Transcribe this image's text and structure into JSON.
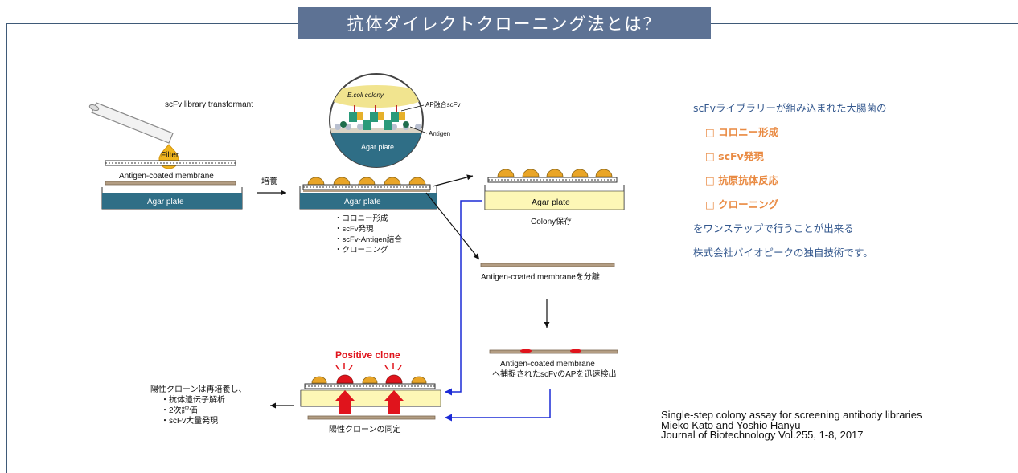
{
  "title": "抗体ダイレクトクローニング法とは？",
  "diagram": {
    "tube_label": "scFv library transformant",
    "filter_label": "Filter",
    "membrane_label_1": "Antigen-coated membrane",
    "agar_label": "Agar plate",
    "culture_label": "培養",
    "zoom": {
      "ecoli": "E.coli colony",
      "ap_scfv": "AP融合scFv",
      "antigen": "Antigen",
      "agar": "Agar plate"
    },
    "steps": [
      "・コロニー形成",
      "・scFv発現",
      "・scFv-Antigen結合",
      "・クローニング"
    ],
    "colony_storage": "Colony保存",
    "separate_label": "Antigen-coated membraneを分離",
    "detect_label_1": "Antigen-coated membrane",
    "detect_label_2": "へ捕捉されたscFvのAPを迅速検出",
    "positive_clone": "Positive clone",
    "identify_label": "陽性クローンの同定",
    "reculture_title": "陽性クローンは再培養し、",
    "reculture_items": [
      "・抗体遺伝子解析",
      "・2次評価",
      "・scFv大量発現"
    ]
  },
  "description": {
    "intro": "scFvライブラリーが組み込まれた大腸菌の",
    "items": [
      "□ コロニー形成",
      "□ scFv発現",
      "□ 抗原抗体反応",
      "□ クローニング"
    ],
    "outro_1": "をワンステップで行うことが出来る",
    "outro_2": "株式会社バイオピークの独自技術です。"
  },
  "citation": {
    "line1": "Single-step colony assay for screening antibody libraries",
    "line2": "Mieko Kato and Yoshio Hanyu",
    "line3": "Journal of Biotechnology Vol.255, 1-8, 2017"
  },
  "colors": {
    "banner": "#5d7294",
    "agar": "#2f6e86",
    "colony": "#e9a527",
    "positive": "#e0141c",
    "membrane": "#b39d83",
    "yellow_plate": "#fdf7b6",
    "arrow_blue": "#1c2bd6",
    "accent_orange": "#e98a42",
    "text_blue": "#34588e"
  }
}
